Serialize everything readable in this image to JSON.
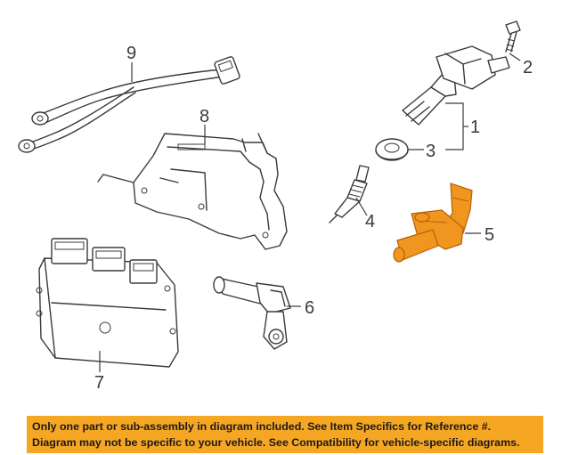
{
  "callouts": {
    "c1": "1",
    "c2": "2",
    "c3": "3",
    "c4": "4",
    "c5": "5",
    "c6": "6",
    "c7": "7",
    "c8": "8",
    "c9": "9"
  },
  "highlighted_part": "5",
  "highlight_color": "#f0961e",
  "notice": {
    "line1": "Only one part or sub-assembly in diagram included. See Item Specifics for Reference #.",
    "line2": "Diagram may not be specific to your vehicle. See Compatibility for vehicle-specific diagrams."
  },
  "notice_bg_color": "#f5a623"
}
